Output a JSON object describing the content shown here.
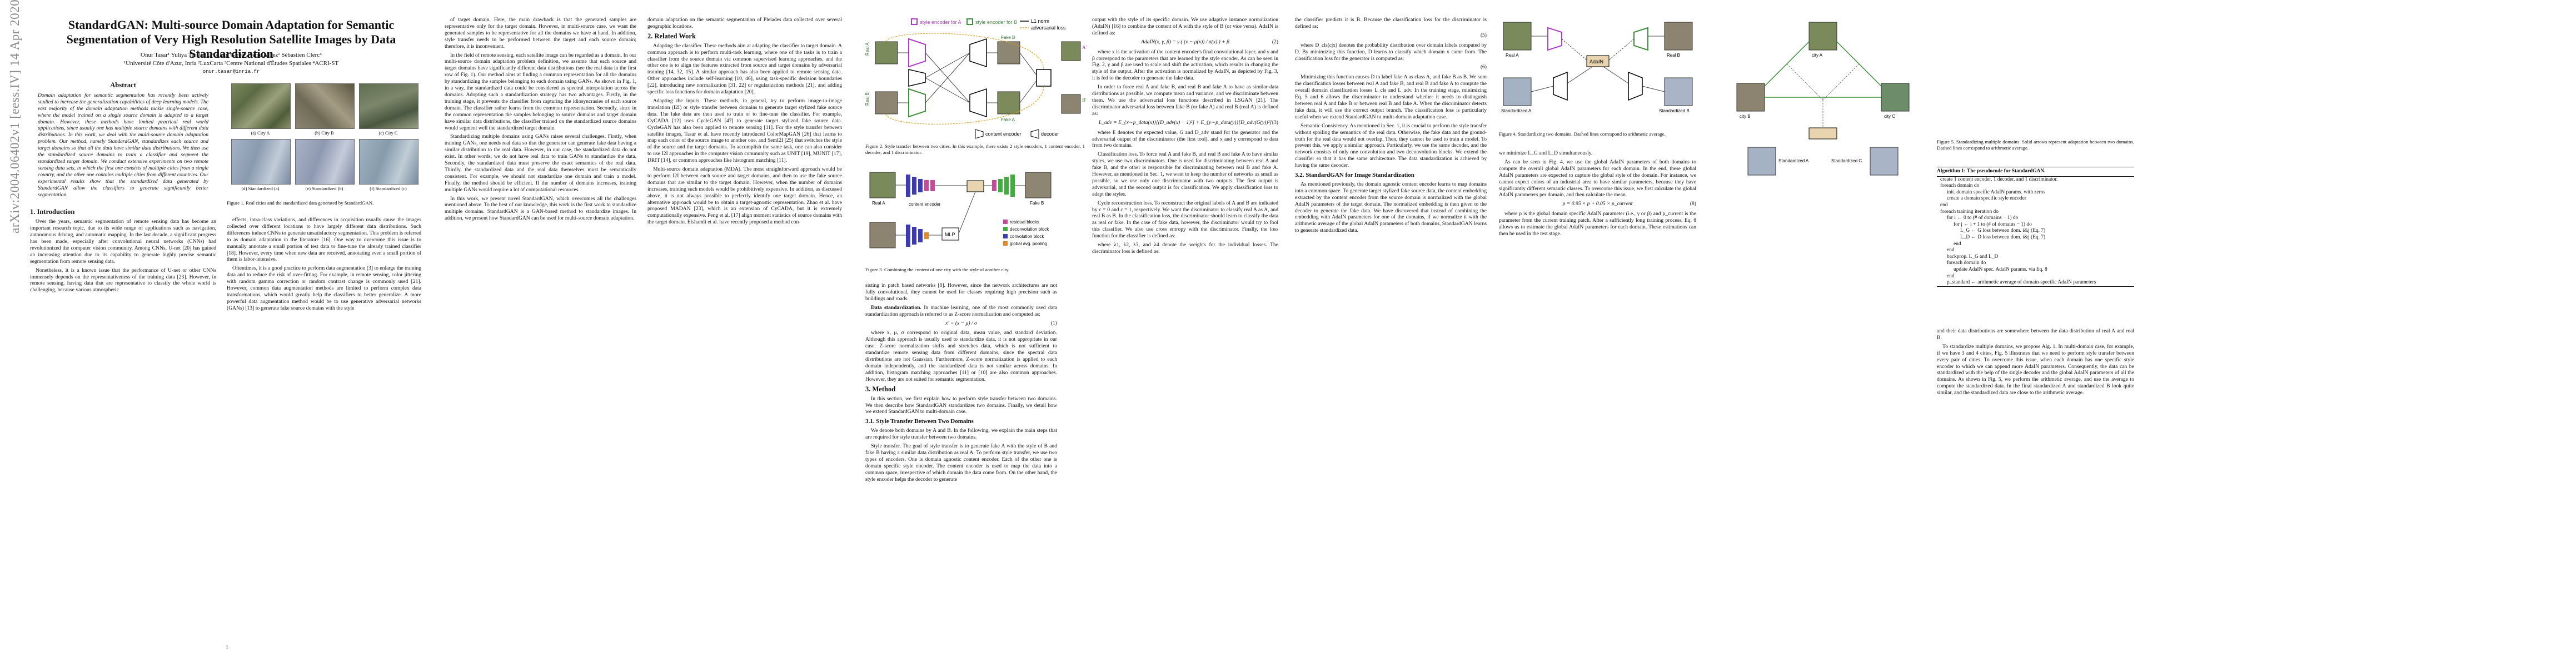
{
  "arxiv_stamp": "arXiv:2004.06402v1  [eess.IV]  14 Apr 2020",
  "paper": {
    "title": "StandardGAN: Multi-source Domain Adaptation for Semantic Segmentation of Very High Resolution Satellite Images by Data Standardization",
    "authors": "Onur Tasar¹  Yuliya Tarabalka²  Alain Giros³  Pierre Alliez¹  Sébastien Clerc⁴",
    "affiliations": "¹Université Côte d'Azur, Inria  ²LuxCarta  ³Centre National d'Études Spatiales  ⁴ACRI-ST",
    "email": "onur.tasar@inria.fr"
  },
  "abstract": {
    "heading": "Abstract",
    "text": "Domain adaptation for semantic segmentation has recently been actively studied to increase the generalization capabilities of deep learning models. The vast majority of the domain adaptation methods tackle single-source case, where the model trained on a single source domain is adapted to a target domain. However, these methods have limited practical real world applications, since usually one has multiple source domains with different data distributions. In this work, we deal with the multi-source domain adaptation problem. Our method, namely StandardGAN, standardizes each source and target domains so that all the data have similar data distributions. We then use the standardized source domains to train a classifier and segment the standardized target domain. We conduct extensive experiments on two remote sensing data sets, in which the first one consists of multiple cities from a single country, and the other one contains multiple cities from different countries. Our experimental results show that the standardized data generated by StandardGAN allow the classifiers to generate significantly better segmentation."
  },
  "fig1": {
    "sub_top": [
      "(a) City A",
      "(b) City B",
      "(c) City C"
    ],
    "sub_bottom": [
      "(d) Standardized (a)",
      "(e) Standardized (b)",
      "(f) Standardized (c)"
    ],
    "caption": "Figure 1. Real cities and the standardized data generated by StandardGAN."
  },
  "intro": {
    "heading": "1. Introduction",
    "p1": "Over the years, semantic segmentation of remote sensing data has become an important research topic, due to its wide range of applications such as navigation, autonomous driving, and automatic mapping. In the last decade, a significant progress has been made, especially after convolutional neural networks (CNNs) had revolutionized the computer vision community. Among CNNs, U-net [20] has gained an increasing attention due to its capability to generate highly precise semantic segmentation from remote sensing data.",
    "p2": "Nonetheless, it is a known issue that the performance of U-net or other CNNs immensely depends on the representativeness of the training data [23]. However, in remote sensing, having data that are representative to classify the whole world is challenging, because various atmospheric",
    "page_num": "1"
  },
  "col2": {
    "p1": "effects, intra-class variations, and differences in acquisition usually cause the images collected over different locations to have largely different data distributions. Such differences induce CNNs to generate unsatisfactory segmentation. This problem is referred to as domain adaptation in the literature [16]. One way to overcome this issue is to manually annotate a small portion of test data to fine-tune the already trained classifier [18]. However, every time when new data are received, annotating even a small portion of them is labor-intensive.",
    "p2": "Oftentimes, it is a good practice to perform data augmentation [3] to enlarge the training data and to reduce the risk of over-fitting. For example, in remote sensing, color jittering with random gamma correction or random contrast change is commonly used [21]. However, common data augmentation methods are limited to perform complex data transformations, which would greatly help the classifiers to better generalize. A more powerful data augmentation method would be to use generative adversarial networks (GANs) [13] to generate fake source domains with the style"
  },
  "col3": {
    "p0": "of target domain. Here, the main drawback is that the generated samples are representative only for the target domain. However, in multi-source case, we want the generated samples to be representative for all the domains we have at hand. In addition, style transfer needs to be performed between the target and each source domain; therefore, it is inconvenient.",
    "p1": "In the field of remote sensing, each satellite image can be regarded as a domain. In our multi-source domain adaptation problem definition, we assume that each source and target domains have significantly different data distributions (see the real data in the first row of Fig. 1). Our method aims at finding a common representation for all the domains by standardizing the samples belonging to each domain using GANs. As shown in Fig. 1, in a way, the standardized data could be considered as spectral interpolation across the domains. Adopting such a standardization strategy has two advantages. Firstly, in the training stage, it prevents the classifier from capturing the idiosyncrasies of each source domain. The classifier rather learns from the common representation. Secondly, since in the common representation the samples belonging to source domains and target domain have similar data distributions, the classifier trained on the standardized source domains would segment well the standardized target domain.",
    "p2": "Standardizing multiple domains using GANs raises several challenges. Firstly, when training GANs, one needs real data so that the generator can generate fake data having a similar distribution to the real data. However, in our case, the standardized data do not exist. In other words, we do not have real data to train GANs to standardize the data. Secondly, the standardized data must preserve the exact semantics of the real data. Thirdly, the standardized data and the real data themselves must be semantically consistent. For example, we should not standardize one domain and train a model. Finally, the method should be efficient. If the number of domains increases, training multiple GANs would require a lot of computational resources.",
    "p3": "In this work, we present novel StandardGAN, which overcomes all the challenges mentioned above. To the best of our knowledge, this work is the first work to standardize multiple domains. StandardGAN is a GAN-based method to standardize images. In addition, we present how StandardGAN can be used for multi-source domain adaptation."
  },
  "col4": {
    "p0": "domain adaptation on the semantic segmentation of Pleiades data collected over several geographic locations.",
    "heading": "2. Related Work",
    "p1": "Adapting the classifier. These methods aim at adapting the classifier to target domain. A common approach is to perform multi-task learning, where one of the tasks is to train a classifier from the source domain via common supervised learning approaches, and the other one is to align the features extracted from source and target domains by adversarial training [14, 32, 15]. A similar approach has also been applied to remote sensing data. Other approaches include self-learning [10, 46], using task-specific decision boundaries [22], introducing new normalization [31, 22] or regularization methods [21], and adding specific loss functions for domain adaptation [20].",
    "p2": "Adapting the inputs. These methods, in general, try to perform image-to-image translation (I2I) or style transfer between domains to generate target stylized fake source data. The fake data are then used to train or to fine-tune the classifier. For example, CyCADA [12] uses CycleGAN [47] to generate target stylized fake source data. CycleGAN has also been applied to remote sensing [11]. For the style transfer between satellite images, Tasar et al. have recently introduced ColorMapGAN [26] that learns to map each color of the source image to another one, and SemI2I [25] that switches the style of the source and the target domains. To accomplish the same task, one can also consider to use I2I approaches in the computer vision community such as UNIT [19], MUNIT [17], DRIT [14], or common approaches like histogram matching [11].",
    "p3": "Multi-source domain adaptation (MDA). The most straightforward approach would be to perform I2I between each source and target domains, and then to use the fake source domains that are similar to the target domain. However, when the number of domains increases, training such models would be prohibitively expensive. In addition, as discussed above, it is not always possible to perfectly identify one target domain. Hence, an alternative approach would be to obtain a target-agnostic representation. Zhao et al. have proposed MADAN [23], which is an extension of CyCADA, but it is extremely computationally expensive. Peng et al. [17] align moment statistics of source domains with the target domain. Elshamli et al. have recently proposed a method con-"
  },
  "fig2": {
    "legend": [
      "style encoder for A",
      "style encoder for B",
      "L1 norm",
      "adversarial loss"
    ],
    "legend_colors": [
      "#b03ac9",
      "#3f8f3f",
      "#000000",
      "#e0a020"
    ],
    "labels": [
      "Real A",
      "Fake A",
      "Real B",
      "Fake B",
      "A'",
      "B'",
      "content encoder",
      "decoder"
    ],
    "caption": "Figure 2. Style transfer between two cities. In this example, there exists 2 style encoders, 1 content encoder, 1 decoder, and 1 discriminator."
  },
  "fig3": {
    "labels": [
      "Real A",
      "content encoder",
      "MLP",
      "Fake B",
      "residual blocks",
      "deconvolution block",
      "convolution block",
      "global avg. pooling"
    ],
    "caption": "Figure 3. Combining the content of one city with the style of another city."
  },
  "col5": {
    "p0": "sisting in patch based networks [8]. However, since the network architectures are not fully convolutional, they cannot be used for classes requiring high precision such as buildings and roads.",
    "h1": "Data standardization.",
    "p1": "In machine learning, one of the most commonly used data standardization approach is referred to as Z-score normalization and computed as:",
    "eq1": "x' = (x − μ) / σ",
    "eq1_num": "(1)",
    "p2": "where x, μ, σ correspond to original data, mean value, and standard deviation. Although this approach is usually used to standardize data, it is not appropriate in our case. Z-score normalization shifts and stretches data, which is not sufficient to standardize remote sensing data from different domains, since the spectral data distributions are not Gaussian. Furthermore, Z-score normalization is applied to each domain independently, and the standardized data is not similar across domains. In addition, histogram matching approaches [11] or [10] are also common approaches. However, they are not suited for semantic segmentation.",
    "heading": "3. Method",
    "p3": "In this section, we first explain how to perform style transfer between two domains. We then describe how StandardGAN standardizes two domains. Finally, we detail how we extend StandardGAN to multi-domain case.",
    "sub": "3.1. Style Transfer Between Two Domains",
    "p4": "We denote both domains by A and B. In the following, we explain the main steps that are required for style transfer between two domains.",
    "p5": "Style transfer. The goal of style transfer is to generate fake A with the style of B and fake B having a similar data distribution as real A. To perform style transfer, we use two types of encoders. One is domain agnostic content encoder. Each of the other one is domain specific style encoder. The content encoder is used to map the data into a common space, irrespective of which domain the data come from. On the other hand, the style encoder helps the decoder to generate"
  },
  "col6": {
    "p0": "output with the style of its specific domain. We use adaptive instance normalization (AdaIN) [16] to combine the content of A with the style of B (or vice versa). AdaIN is defined as:",
    "eq2": "AdaIN(x, γ, β) = γ ( (x − μ(x)) / σ(x) ) + β",
    "eq2_num": "(2)",
    "p1": "where x is the activation of the content encoder's final convolutional layer, and γ and β correspond to the parameters that are learned by the style encoder. As can be seen in Fig. 2, γ and β are used to scale and shift the activation, which results in changing the style of the output. After the activation is normalized by AdaIN, as depicted by Fig. 3, it is fed to the decoder to generate the fake data.",
    "p2": "In order to force real A and fake B, and real B and fake A to have as similar data distributions as possible, we compute mean and variance, and we discriminate between them. We use the adversarial loss functions described in LSGAN [21]. The discriminator adversarial loss between fake B (or fake A) and real B (real A) is defined as:",
    "eq3": "L_adv = E_{x∼p_data(x)}[(D_adv(x) − 1)²] + E_{y∼p_data(y)}[D_adv(G(y))²]",
    "eq3_num": "(3)",
    "p3": "where E denotes the expected value, G and D_adv stand for the generator and the adversarial output of the discriminator (the first tool), and x and y correspond to data from two domains.",
    "p4": "Classification loss. To force real A and fake B, and real B and fake A to have similar styles, we use two discriminators. One is used for discriminating between real A and fake B, and the other is responsible for discriminating between real B and fake A. However, as mentioned in Sec. 1, we want to keep the number of networks as small as possible, so we use only one discriminator with two outputs. The first output is adversarial, and the second output is for classification. We apply classification loss to adapt the styles.",
    "p5": "Cycle reconstruction loss. To reconstruct the original labels of A and B are indicated by c = 0 and c = 1, respectively. We want the discriminator to classify real A as A, and real B as B. In the classification loss, the discriminator should learn to classify the data as real or fake. In the case of fake data, however, the discriminator would try to fool this classifier. We also use cross entropy with the discriminator. Finally, the loss function for the classifier is defined as:",
    "p6": "where λ1, λ2, λ3, and λ4 denote the weights for the individual losses. The discriminator loss is defined as:"
  },
  "col7": {
    "p0": "the classifier predicts it is B. Because the classification loss for the discriminator is defined as:",
    "eq4_num": "(5)",
    "p1": "where D_cls(c|x) denotes the probability distribution over domain labels computed by D. By minimizing this function, D learns to classify which domain x came from. The classification loss for the generator is computed as:",
    "eq5_num": "(6)",
    "p2": "Minimizing this function causes D to label fake A as class A, and fake B as B. We sum the classification losses between real A and fake B, and real B and fake A to compute the overall domain classification losses L_cls and L_adv. In the training stage, minimizing Eq. 5 and 6 allows the discriminator to understand whether it needs to distinguish between real A and fake B or between real B and fake A. When the discriminator detects fake data, it will use the correct output branch. The classification loss is particularly useful when we extend StandardGAN to multi-domain adaptation case.",
    "p3": "Semantic Consistency. As mentioned in Sec. 1, it is crucial to perform the style transfer without spoiling the semantics of the real data. Otherwise, the fake data and the ground-truth for the real data would not overlap. Then, they cannot be used to train a model. To prevent this, we apply a similar approach. Particularly, we use the same decoder, and the network consists of only one convolution and two deconvolution blocks. We extend the classifier so that it has the same architecture. The data standardization is achieved by having the same decoder.",
    "sub": "3.2. StandardGAN for Image Standardization",
    "p4": "As mentioned previously, the domain agnostic content encoder learns to map domains into a common space. To generate target stylized fake source data, the content embedding extracted by the content encoder from the source domain is normalized with the global AdaIN parameters of the target domain. The normalized embedding is then given to the decoder to generate the fake data. We have discovered that instead of combining the embedding with AdaIN parameters for one of the domains, if we normalize it with the arithmetic average of the global AdaIN parameters of both domains, StandardGAN learns to generate standardized data."
  },
  "fig4": {
    "labels": [
      "Real A",
      "Real B",
      "Standardized A",
      "Standardized B",
      "AdaIN"
    ],
    "caption": "Figure 4. Standardizing two domains. Dashed lines correspond to arithmetic average."
  },
  "col8": {
    "p0": "we minimize L_G and L_D simultaneously.",
    "p1": "As can be seen in Fig. 4, we use the global AdaIN parameters of both domains to compute the overall global AdaIN parameters for each domain. In the end, these global AdaIN parameters are expected to capture the global style of the domain. For instance, we cannot expect colors of an industrial area to have similar parameters, because they have significantly different semantic classes. To overcome this issue, we first calculate the global AdaIN parameters per domain, and then calculate the mean.",
    "eq6": "p = 0.95 × p + 0.05 × p_current",
    "eq6_num": "(8)",
    "p2": "where p is the global domain specific AdaIN parameter (i.e., γ or β) and p_current is the parameter from the current training patch. After a sufficiently long training process, Eq. 8 allows us to estimate the global AdaIN parameters for each domain. These estimations can then be used in the test stage."
  },
  "fig5": {
    "labels": [
      "city A",
      "city B",
      "city C",
      "Standardized A",
      "Standardized C"
    ],
    "caption": "Figure 5. Standardizing multiple domains. Solid arrows represent adaptation between two domains. Dashed lines correspond to arithmetic average."
  },
  "algo": {
    "title": "Algorithm 1: The pseudocode for StandardGAN.",
    "lines": [
      "create 1 content encoder, 1 decoder, and 1 discriminator.",
      "foreach domain do",
      "init. domain specific AdaIN params. with zeros",
      "create a domain specific style encoder",
      "end",
      "foreach training iteration do",
      "for i ← 0 to (# of domains − 1) do",
      "for j ← i + 1 to (# of domains − 1) do",
      "L_G ← G loss between dom. i&j (Eq. 7)",
      "L_D ← D loss between dom. i&j (Eq. 7)",
      "end",
      "end",
      "backprop. L_G and L_D",
      "foreach domain do",
      "update AdaIN spec. AdaIN params. via Eq. 8",
      "end",
      "p_standard ← arithmetic average of domain-specific AdaIN parameters"
    ]
  },
  "col9": {
    "p0": "and their data distributions are somewhere between the data distribution of real A and real B.",
    "p1": "To standardize multiple domains, we propose Alg. 1. In multi-domain case, for example, if we have 3 and 4 cities, Fig. 5 illustrates that we need to perform style transfer between every pair of cities. To overcome this issue, when each domain has one specific style encoder to which we can append more AdaIN parameters. Consequently, the data can be standardized with the help of the single decoder and the global AdaIN parameters of all the domains. As shown in Fig. 5, we perform the arithmetic average, and use the average to compute the standardized data. In the final standardized A and standardized B look quite similar, and the standardized data are close to the arithmetic average."
  }
}
